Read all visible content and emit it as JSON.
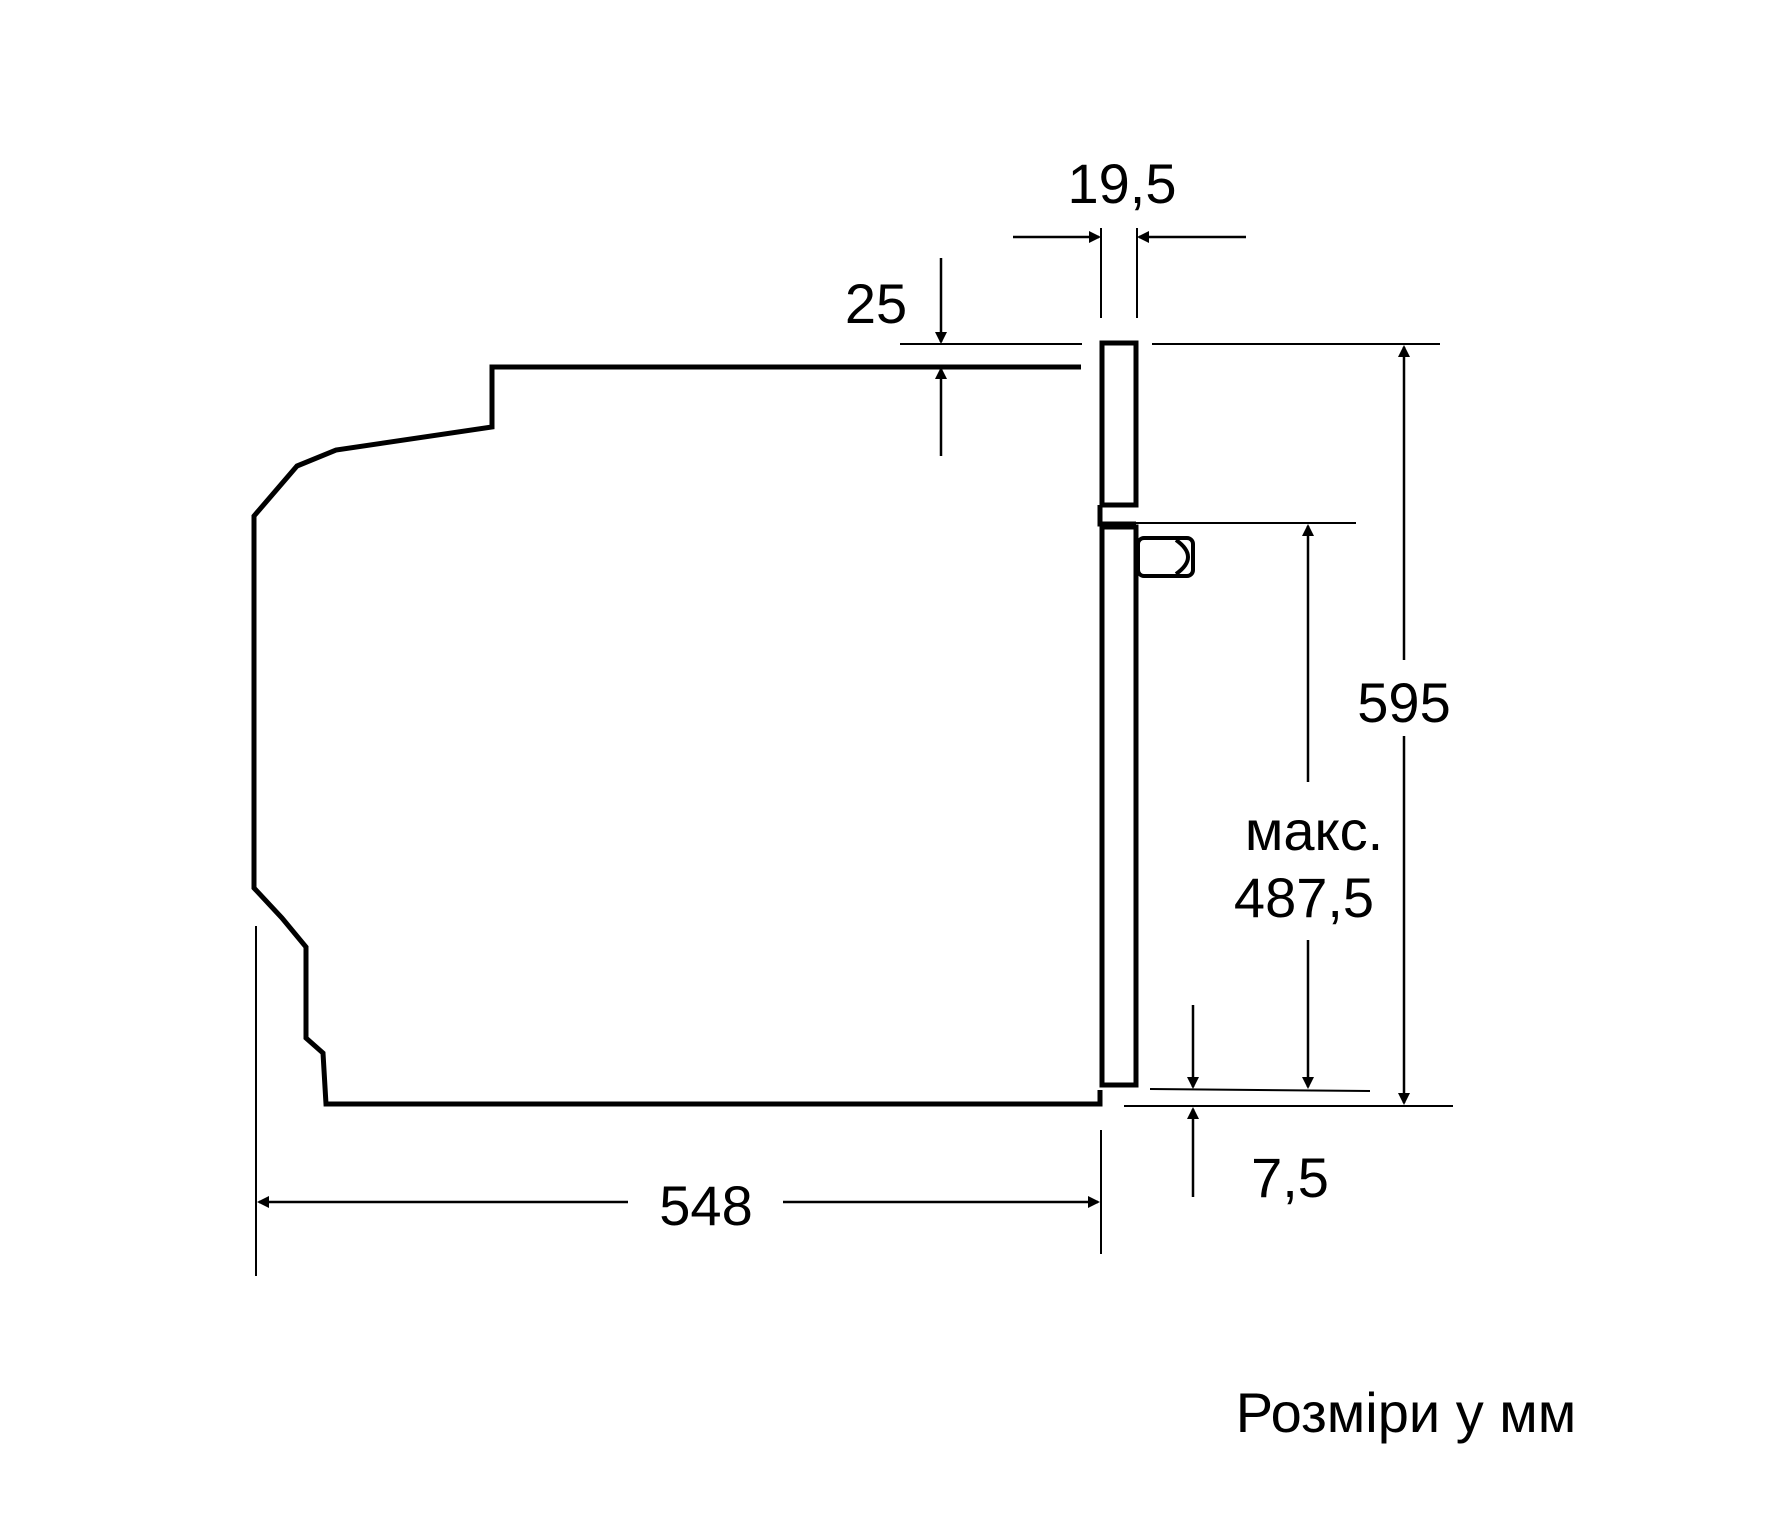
{
  "dimensions": {
    "door_thickness": "19,5",
    "top_gap": "25",
    "total_height": "595",
    "max_label": "макс.",
    "max_value": "487,5",
    "bottom_gap": "7,5",
    "depth": "548"
  },
  "caption": "Розміри у мм"
}
